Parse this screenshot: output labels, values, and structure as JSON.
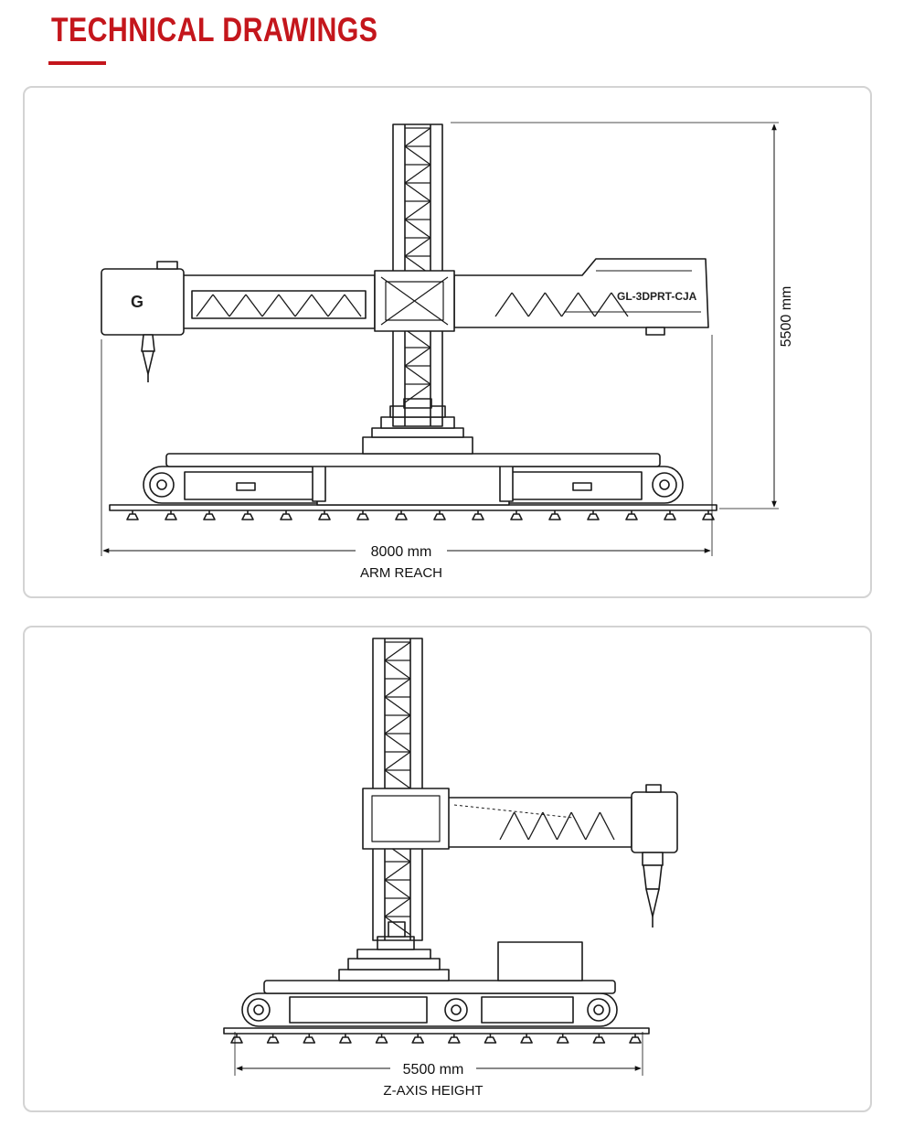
{
  "page": {
    "title": "TECHNICAL DRAWINGS",
    "accent_color": "#c4161c"
  },
  "drawing_front": {
    "head_label": "G",
    "model_label": "GL-3DPRT-CJA",
    "height_dimension": "5500 mm",
    "width_dimension": "8000 mm",
    "width_caption": "ARM REACH"
  },
  "drawing_side": {
    "width_dimension": "5500 mm",
    "width_caption": "Z-AXIS HEIGHT"
  }
}
